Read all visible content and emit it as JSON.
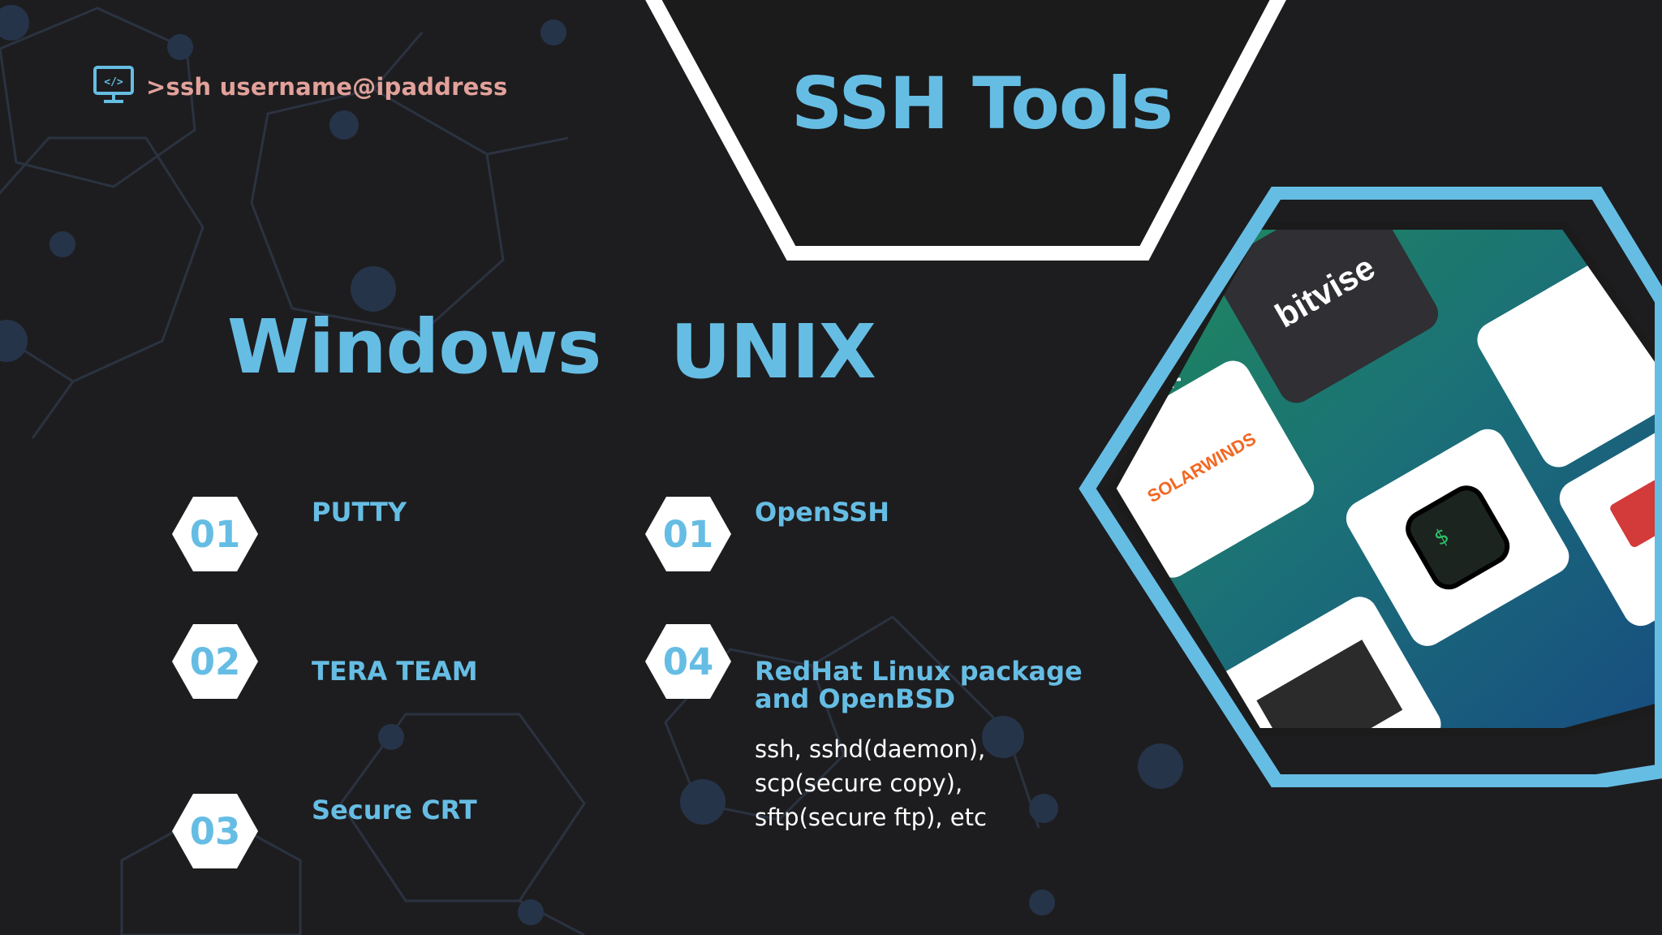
{
  "header": {
    "command_text": ">ssh username@ipaddress",
    "title": "SSH Tools"
  },
  "columns": {
    "windows": {
      "heading": "Windows",
      "items": [
        {
          "number": "01",
          "label": "PUTTY"
        },
        {
          "number": "02",
          "label": "TERA TEAM"
        },
        {
          "number": "03",
          "label": "Secure CRT"
        }
      ]
    },
    "unix": {
      "heading": "UNIX",
      "items": [
        {
          "number": "01",
          "label": "OpenSSH",
          "description": ""
        },
        {
          "number": "04",
          "label": "RedHat Linux package and OpenBSD",
          "description_lines": [
            "ssh, sshd(daemon),",
            "scp(secure copy),",
            "sftp(secure ftp), etc"
          ]
        }
      ]
    }
  },
  "collage": {
    "logos": [
      "solarwinds",
      "bitvise"
    ]
  },
  "icons": {
    "monitor": "monitor-code-icon",
    "putty": "putty-icon",
    "terminal": "terminal-icon"
  },
  "colors": {
    "background": "#1d1d1f",
    "accent_blue": "#66bde4",
    "command_pink": "#e2a19a",
    "white": "#ffffff"
  }
}
